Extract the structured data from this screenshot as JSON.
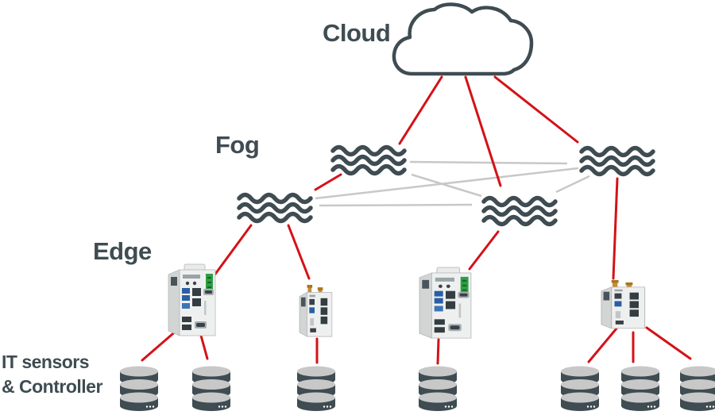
{
  "diagram_type": "cloud-fog-edge network architecture",
  "labels": {
    "cloud": "Cloud",
    "fog": "Fog",
    "edge": "Edge",
    "sensors_line1": "IT sensors",
    "sensors_line2": "& Controller"
  },
  "colors": {
    "page_bg": "#ffffff",
    "ink": "#3f4c52",
    "red_link": "#d41217",
    "gray_link": "#c8c8c8",
    "db_light": "#c8c8c8"
  },
  "layers": [
    {
      "name": "cloud",
      "icon": "cloud-icon",
      "node_count": 1
    },
    {
      "name": "fog",
      "icon": "fog-waves-icon",
      "node_count": 4
    },
    {
      "name": "edge",
      "icon": "edge-device",
      "node_count": 4,
      "device_types": [
        "box-pc",
        "wireless-router",
        "box-pc",
        "wireless-router"
      ]
    },
    {
      "name": "it-sensors-controller",
      "icon": "database-icon",
      "node_count": 7
    }
  ],
  "connections": {
    "red": [
      {
        "from": "cloud",
        "to": "fog-1"
      },
      {
        "from": "cloud",
        "to": "fog-3"
      },
      {
        "from": "cloud",
        "to": "fog-4"
      },
      {
        "from": "fog-1",
        "to": "fog-2"
      },
      {
        "from": "fog-2",
        "to": "device-1"
      },
      {
        "from": "fog-2",
        "to": "device-2"
      },
      {
        "from": "fog-3",
        "to": "device-3"
      },
      {
        "from": "fog-4",
        "to": "device-4"
      },
      {
        "from": "device-1",
        "to": "db-1"
      },
      {
        "from": "device-1",
        "to": "db-2"
      },
      {
        "from": "device-2",
        "to": "db-3"
      },
      {
        "from": "device-3",
        "to": "db-4"
      },
      {
        "from": "device-4",
        "to": "db-5"
      },
      {
        "from": "device-4",
        "to": "db-6"
      },
      {
        "from": "device-4",
        "to": "db-7"
      }
    ],
    "gray": [
      {
        "from": "fog-1",
        "to": "fog-4"
      },
      {
        "from": "fog-1",
        "to": "fog-3"
      },
      {
        "from": "fog-2",
        "to": "fog-4"
      },
      {
        "from": "fog-2",
        "to": "fog-3"
      },
      {
        "from": "fog-3",
        "to": "fog-4"
      }
    ]
  }
}
